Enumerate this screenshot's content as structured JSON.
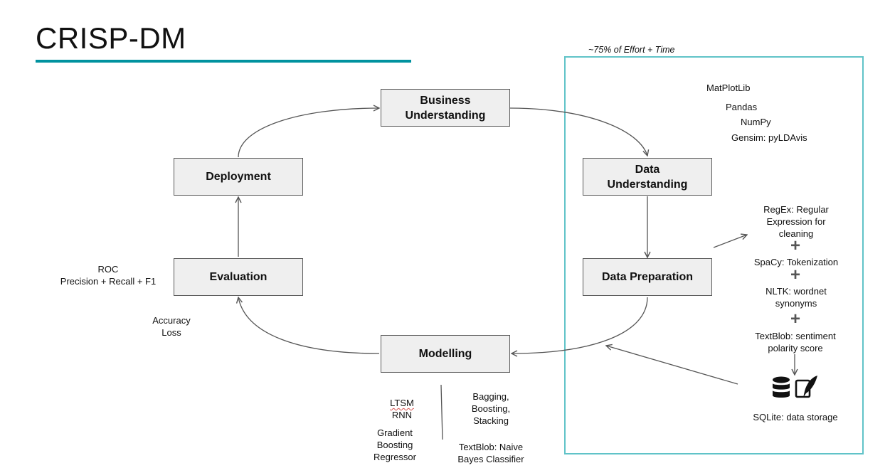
{
  "title": "CRISP-DM",
  "accent_color": "#00929f",
  "effort_box": {
    "label": "~75% of Effort + Time",
    "border_color": "#60c3c8"
  },
  "phases": {
    "business": "Business\nUnderstanding",
    "data_understanding": "Data\nUnderstanding",
    "data_preparation": "Data Preparation",
    "modelling": "Modelling",
    "evaluation": "Evaluation",
    "deployment": "Deployment"
  },
  "data_understanding_tools": [
    "MatPlotLib",
    "Pandas",
    "NumPy",
    "Gensim: pyLDAvis"
  ],
  "data_preparation_tools": {
    "regex": "RegEx: Regular\nExpression for\ncleaning",
    "spacy": "SpaCy: Tokenization",
    "nltk": "NLTK: wordnet\nsynonyms",
    "textblob": "TextBlob: sentiment\npolarity score",
    "plus": "+",
    "storage": "SQLite: data storage",
    "storage_icons": [
      "database-icon",
      "notebook-quill-icon"
    ]
  },
  "modelling_tools": {
    "ltsm": "LTSM",
    "rnn": "RNN",
    "gbr": "Gradient\nBoosting\nRegressor",
    "ensemble": "Bagging,\nBoosting,\nStacking",
    "naive_bayes": "TextBlob: Naive\nBayes Classifier"
  },
  "evaluation_metrics": {
    "roc": "ROC\nPrecision + Recall + F1",
    "accuracy": "Accuracy\nLoss"
  }
}
